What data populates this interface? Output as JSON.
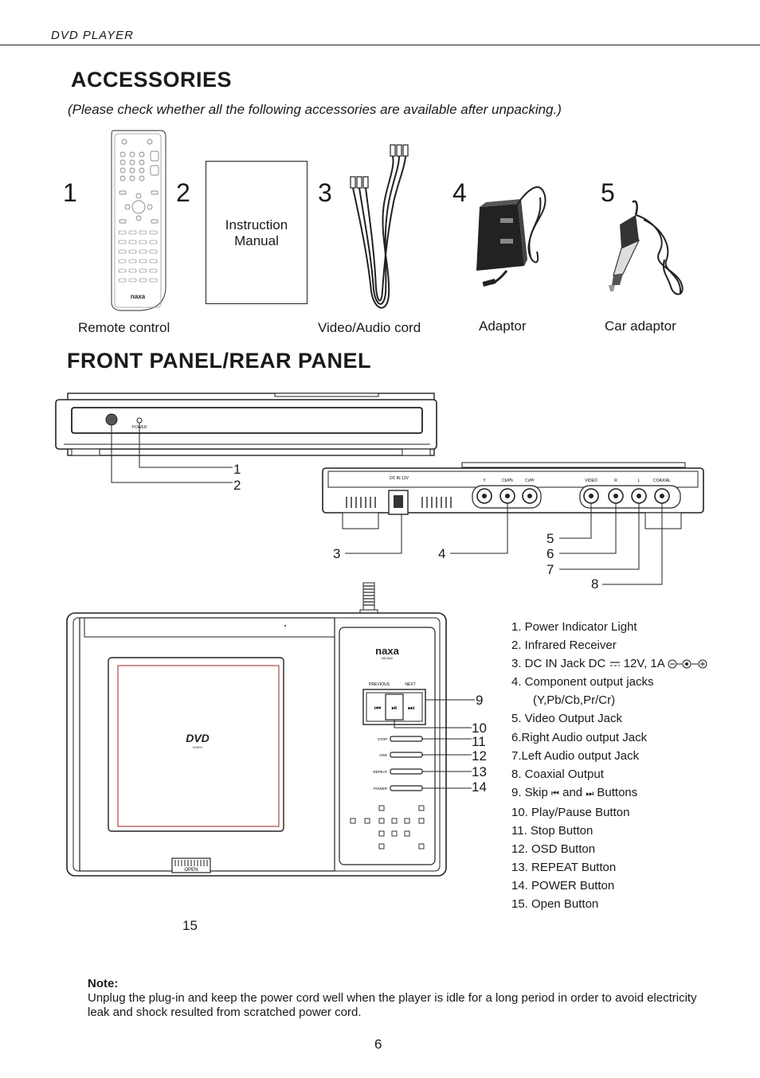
{
  "header": {
    "running_title": "DVD PLAYER"
  },
  "accessories": {
    "title": "ACCESSORIES",
    "subtitle": "(Please check whether all the following accessories are available after unpacking.)",
    "items": [
      {
        "number": "1",
        "caption": "Remote control"
      },
      {
        "number": "2",
        "caption": "",
        "label_line1": "Instruction",
        "label_line2": "Manual"
      },
      {
        "number": "3",
        "caption": "Video/Audio cord"
      },
      {
        "number": "4",
        "caption": "Adaptor"
      },
      {
        "number": "5",
        "caption": "Car adaptor"
      }
    ],
    "remote_brand": "naxa"
  },
  "panels": {
    "title": "FRONT PANEL/REAR PANEL",
    "front_labels": {
      "power": "POWER"
    },
    "rear_labels": {
      "dc_in": "DC IN 12V",
      "y": "Y",
      "cbpb": "Cb/Pb",
      "crpr": "Cr/Pr",
      "video": "VIDEO",
      "r": "R",
      "l": "L",
      "coaxial": "COAXIAL"
    },
    "top_labels": {
      "brand": "naxa",
      "model": "ND-842",
      "previous": "PREVIOUS",
      "next": "NEXT",
      "stop": "STOP",
      "osd": "OSD",
      "repeat": "REPEAT",
      "power": "POWER",
      "open": "OPEN",
      "dvd_logo": "DVD",
      "dvd_video": "VIDEO"
    },
    "callouts": [
      "1",
      "2",
      "3",
      "4",
      "5",
      "6",
      "7",
      "8",
      "9",
      "10",
      "11",
      "12",
      "13",
      "14",
      "15"
    ]
  },
  "features": [
    "1. Power Indicator Light",
    "2. Infrared Receiver",
    "3. DC IN Jack DC",
    "12V, 1A",
    "4.  Component output jacks",
    "(Y,Pb/Cb,Pr/Cr)",
    "5. Video Output Jack",
    "6.Right Audio output Jack",
    "7.Left Audio output Jack",
    "8. Coaxial Output",
    "9. Skip",
    "and",
    "Buttons",
    "10. Play/Pause Button",
    "11. Stop Button",
    "12. OSD Button",
    "13. REPEAT Button",
    "14. POWER Button",
    "15. Open Button"
  ],
  "note": {
    "title": "Note:",
    "body": "Unplug the plug-in and keep the power cord well when the player is idle for a long period in order to avoid electricity leak and shock resulted from scratched power cord."
  },
  "page_number": "6"
}
